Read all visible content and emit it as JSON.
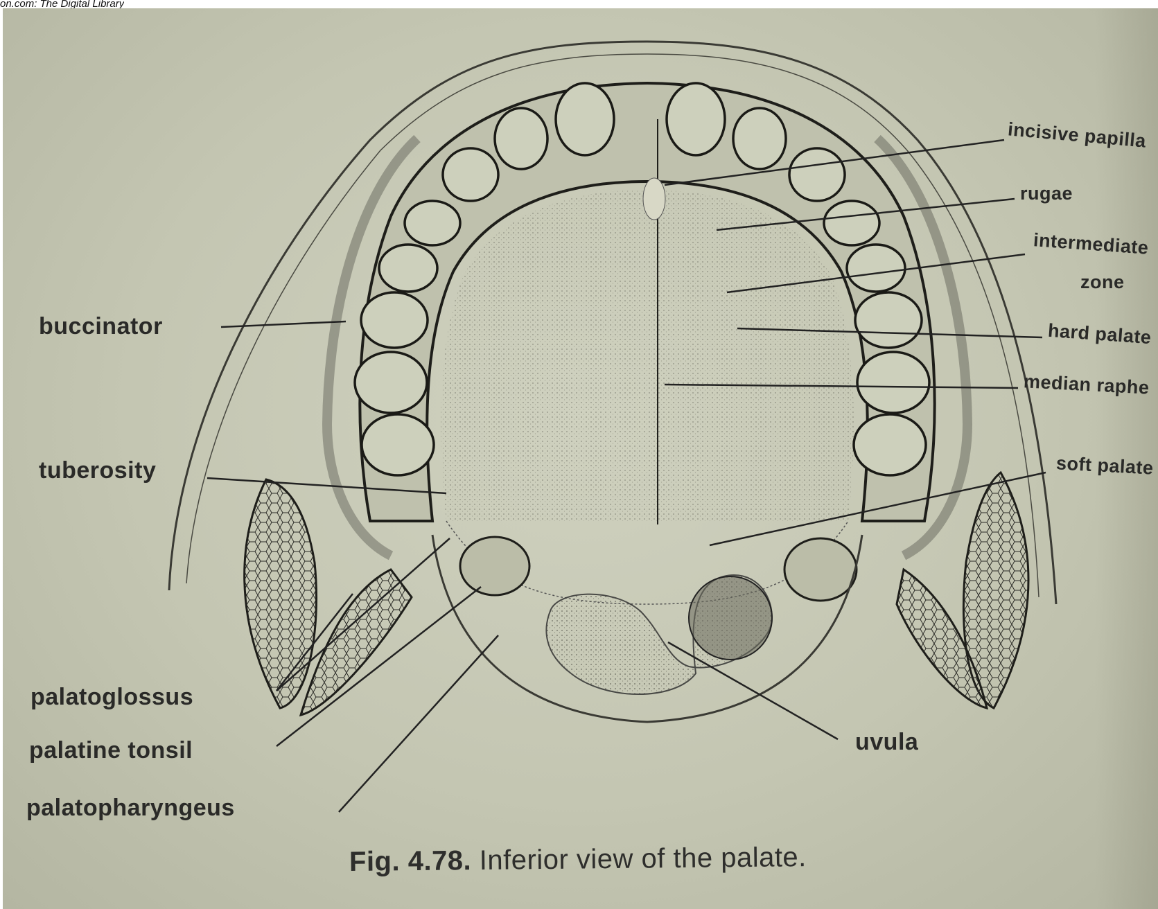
{
  "watermark": "on.com: The Digital Library",
  "labels": {
    "buccinator": "buccinator",
    "tuberosity": "tuberosity",
    "palatoglossus": "palatoglossus",
    "palatine_tonsil": "palatine tonsil",
    "palatopharyngeus": "palatopharyngeus",
    "incisive_papilla": "incisive papilla",
    "rugae": "rugae",
    "intermediate_line1": "intermediate",
    "intermediate_line2": "zone",
    "hard_palate": "hard palate",
    "median_raphe": "median raphe",
    "soft_palate": "soft palate",
    "uvula": "uvula"
  },
  "caption": {
    "number": "Fig. 4.78.",
    "text": "Inferior view of the palate."
  }
}
